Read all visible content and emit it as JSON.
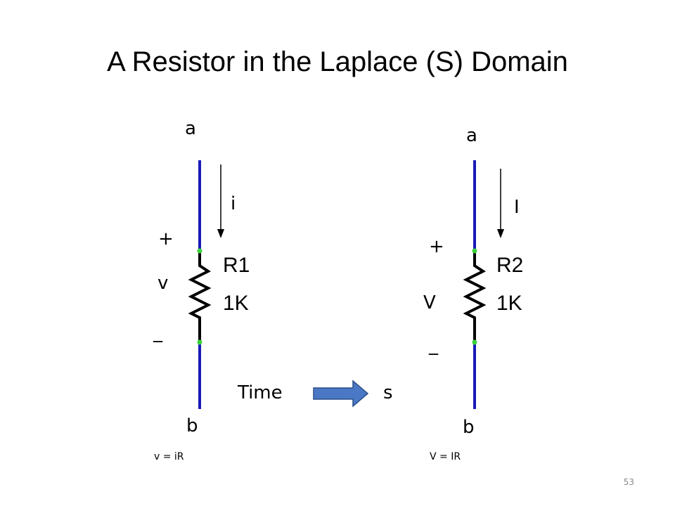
{
  "slide": {
    "title": "A Resistor in the Laplace (S) Domain",
    "page_number": "53"
  },
  "left_circuit": {
    "node_top": "a",
    "node_bottom": "b",
    "current": "i",
    "plus": "+",
    "voltage": "v",
    "minus": "_",
    "resistor_name": "R1",
    "resistor_value": "1K",
    "equation": "v = iR"
  },
  "right_circuit": {
    "node_top": "a",
    "node_bottom": "b",
    "current": "I",
    "plus": "+",
    "voltage": "V",
    "minus": "_",
    "resistor_name": "R2",
    "resistor_value": "1K",
    "equation": "V = IR"
  },
  "transform": {
    "from_label": "Time",
    "to_label": "s"
  },
  "colors": {
    "wire": "#1a1ab8",
    "resistor": "#000000",
    "node_dot": "#39d339",
    "arrow_fill": "#4a78c4",
    "arrow_stroke": "#2b4f8a"
  }
}
